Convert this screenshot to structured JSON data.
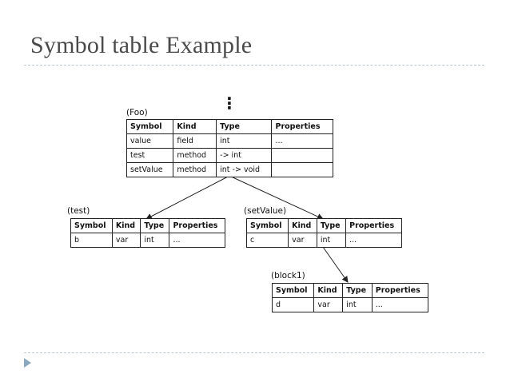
{
  "slide": {
    "title": "Symbol table Example"
  },
  "diagram": {
    "ellipsis": "⋮",
    "columns": [
      "Symbol",
      "Kind",
      "Type",
      "Properties"
    ],
    "foo": {
      "label": "(Foo)",
      "rows": [
        [
          "value",
          "field",
          "int",
          "..."
        ],
        [
          "test",
          "method",
          "-> int",
          ""
        ],
        [
          "setValue",
          "method",
          "int -> void",
          ""
        ]
      ]
    },
    "test": {
      "label": "(test)",
      "rows": [
        [
          "b",
          "var",
          "int",
          "..."
        ]
      ]
    },
    "setValue": {
      "label": "(setValue)",
      "rows": [
        [
          "c",
          "var",
          "int",
          "..."
        ]
      ]
    },
    "block1": {
      "label": "(block1)",
      "rows": [
        [
          "d",
          "var",
          "int",
          "..."
        ]
      ]
    }
  }
}
